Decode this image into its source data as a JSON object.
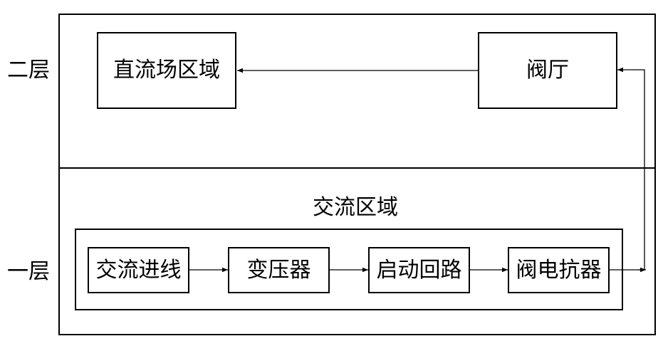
{
  "layers": {
    "upper": "二层",
    "lower": "一层"
  },
  "upper_blocks": {
    "dc_area": "直流场区域",
    "valve_hall": "阀厅"
  },
  "ac_area": {
    "title": "交流区域",
    "blocks": [
      "交流进线",
      "变压器",
      "启动回路",
      "阀电抗器"
    ]
  }
}
